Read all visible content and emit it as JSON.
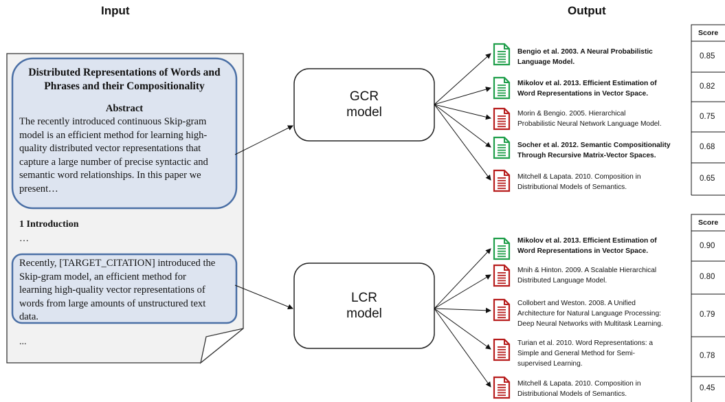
{
  "headers": {
    "input": "Input",
    "output": "Output"
  },
  "paper": {
    "title": "Distributed Representations of Words and Phrases and their Compositionality",
    "abstract_heading": "Abstract",
    "abstract_lines": [
      "The recently introduced continuous Skip-gram",
      "model is an efficient method for learning high-",
      "quality distributed vector representations that",
      "capture a large number of precise syntactic and",
      "semantic word relationships. In this paper we",
      "present…"
    ],
    "intro_heading": "1 Introduction",
    "intro_ellipsis": "…",
    "context_lines": [
      "Recently, [TARGET_CITATION] introduced the",
      "Skip-gram model, an efficient method for",
      "learning high-quality vector representations of",
      "words from large amounts of unstructured text",
      "data."
    ],
    "end_ellipsis": "..."
  },
  "models": {
    "gcr": {
      "line1": "GCR",
      "line2": "model"
    },
    "lcr": {
      "line1": "LCR",
      "line2": "model"
    }
  },
  "colors": {
    "relevant": "#1f9e4a",
    "irrelevant": "#b71c1c",
    "box_fill": "#dde4f0",
    "box_stroke": "#4a6fa5"
  },
  "gcr_results": {
    "score_header": "Score",
    "items": [
      {
        "lines": [
          "Bengio et al. 2003. A Neural Probabilistic",
          "Language Model."
        ],
        "bold": true,
        "icon": "document-icon-green",
        "relevant": true,
        "score": "0.85"
      },
      {
        "lines": [
          "Mikolov et al. 2013. Efficient Estimation of",
          "Word Representations in Vector Space."
        ],
        "bold": true,
        "icon": "document-icon-green",
        "relevant": true,
        "score": "0.82"
      },
      {
        "lines": [
          "Morin & Bengio. 2005. Hierarchical",
          "Probabilistic Neural Network Language Model."
        ],
        "bold": false,
        "icon": "document-icon-red",
        "relevant": false,
        "score": "0.75"
      },
      {
        "lines": [
          "Socher et al. 2012. Semantic Compositionality",
          "Through Recursive Matrix-Vector Spaces."
        ],
        "bold": true,
        "icon": "document-icon-green",
        "relevant": true,
        "score": "0.68"
      },
      {
        "lines": [
          "Mitchell & Lapata. 2010. Composition in",
          "Distributional Models of Semantics."
        ],
        "bold": false,
        "icon": "document-icon-red",
        "relevant": false,
        "score": "0.65"
      }
    ]
  },
  "lcr_results": {
    "score_header": "Score",
    "items": [
      {
        "lines": [
          "Mikolov et al. 2013. Efficient Estimation of",
          "Word Representations in Vector Space."
        ],
        "bold": true,
        "icon": "document-icon-green",
        "relevant": true,
        "score": "0.90"
      },
      {
        "lines": [
          "Mnih & Hinton. 2009. A Scalable Hierarchical",
          "Distributed Language Model."
        ],
        "bold": false,
        "icon": "document-icon-red",
        "relevant": false,
        "score": "0.80"
      },
      {
        "lines": [
          "Collobert and Weston. 2008. A Unified",
          "Architecture for Natural Language Processing:",
          "Deep Neural Networks with Multitask Learning."
        ],
        "bold": false,
        "icon": "document-icon-red",
        "relevant": false,
        "score": "0.79"
      },
      {
        "lines": [
          "Turian et al. 2010. Word Representations: a",
          "Simple and General Method for Semi-",
          "supervised Learning."
        ],
        "bold": false,
        "icon": "document-icon-red",
        "relevant": false,
        "score": "0.78"
      },
      {
        "lines": [
          "Mitchell & Lapata. 2010. Composition in",
          "Distributional Models of Semantics."
        ],
        "bold": false,
        "icon": "document-icon-red",
        "relevant": false,
        "score": "0.45"
      }
    ]
  }
}
